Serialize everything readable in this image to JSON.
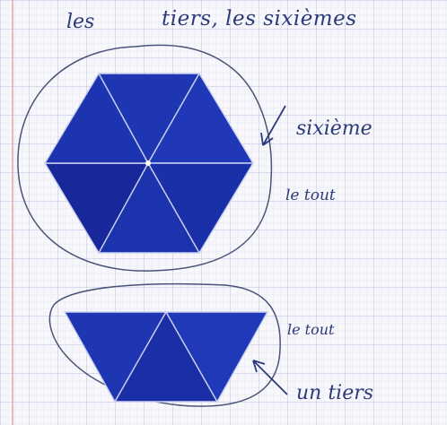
{
  "photo": {
    "subject": "Handwritten notebook page with blue paper triangles forming a hexagon and a trapezoid",
    "handwriting": {
      "title_left": "les",
      "title_right": "tiers, les sixièmes",
      "label_sixieme": "sixième",
      "label_tout_hexagon": "le tout",
      "label_tout_trapezoid": "le tout",
      "label_tiers": "un tiers"
    },
    "colors": {
      "paper": "#f7f7fb",
      "grid_line": "#c9cde6",
      "margin_line": "#e0a3b5",
      "triangle_blue": "#1f36b3",
      "triangle_blue_dark": "#18289a",
      "ink": "#2c3a7a"
    }
  }
}
